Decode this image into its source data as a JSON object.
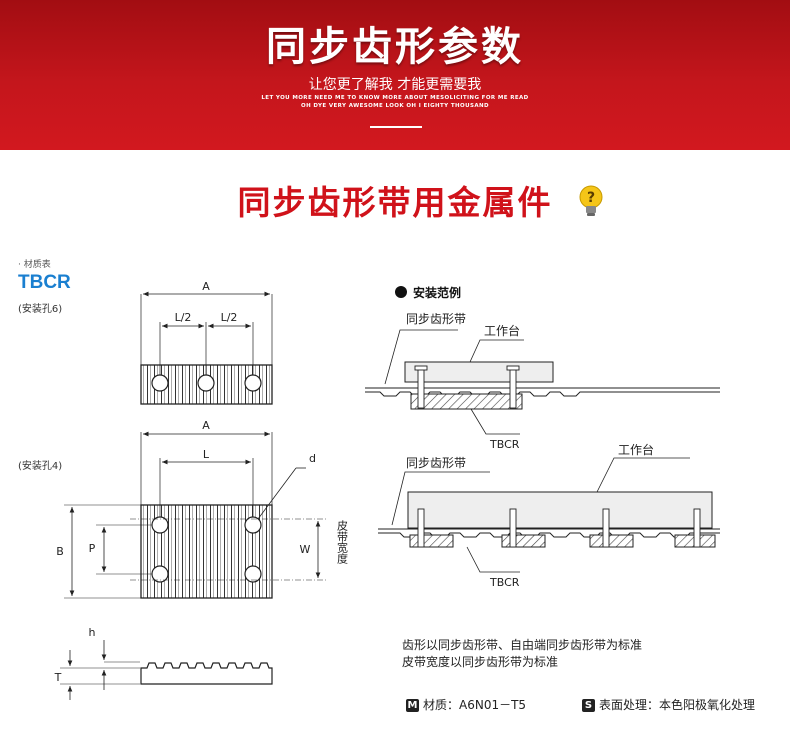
{
  "banner": {
    "title": "同步齿形参数",
    "subtitle": "让您更了解我 才能更需要我",
    "english_line1": "LET YOU MORE NEED ME TO KNOW MORE ABOUT MESOLICITING FOR ME READ",
    "english_line2": "OH DYE VERY AWESOME LOOK OH I EIGHTY THOUSAND"
  },
  "section_heading": "同步齿形带用金属件",
  "icons": {
    "bulb": "lightbulb-question-icon"
  },
  "colors": {
    "banner_red": "#c4161c",
    "heading_red": "#d0121a",
    "model_blue": "#1a7fd0"
  },
  "left_panel": {
    "material_label": "· 材质表",
    "model": "TBCR",
    "variant_6": "(安装孔6)",
    "variant_4": "(安装孔4)",
    "dims": {
      "A": "A",
      "L_half": "L/2",
      "L": "L",
      "d": "d",
      "B": "B",
      "P": "P",
      "W": "W",
      "belt_width": "皮带宽度",
      "h": "h",
      "T": "T"
    }
  },
  "right_panel": {
    "install_title": "安装范例",
    "belt_label": "同步齿形带",
    "table_label": "工作台",
    "tbcr_label": "TBCR"
  },
  "notes": {
    "line1": "齿形以同步齿形带、自由端同步齿形带为标准",
    "line2": "皮带宽度以同步齿形带为标准"
  },
  "specs": {
    "material_badge": "M",
    "material": "材质：A6N01－T5",
    "surface_badge": "S",
    "surface": "表面处理：本色阳极氧化处理"
  }
}
